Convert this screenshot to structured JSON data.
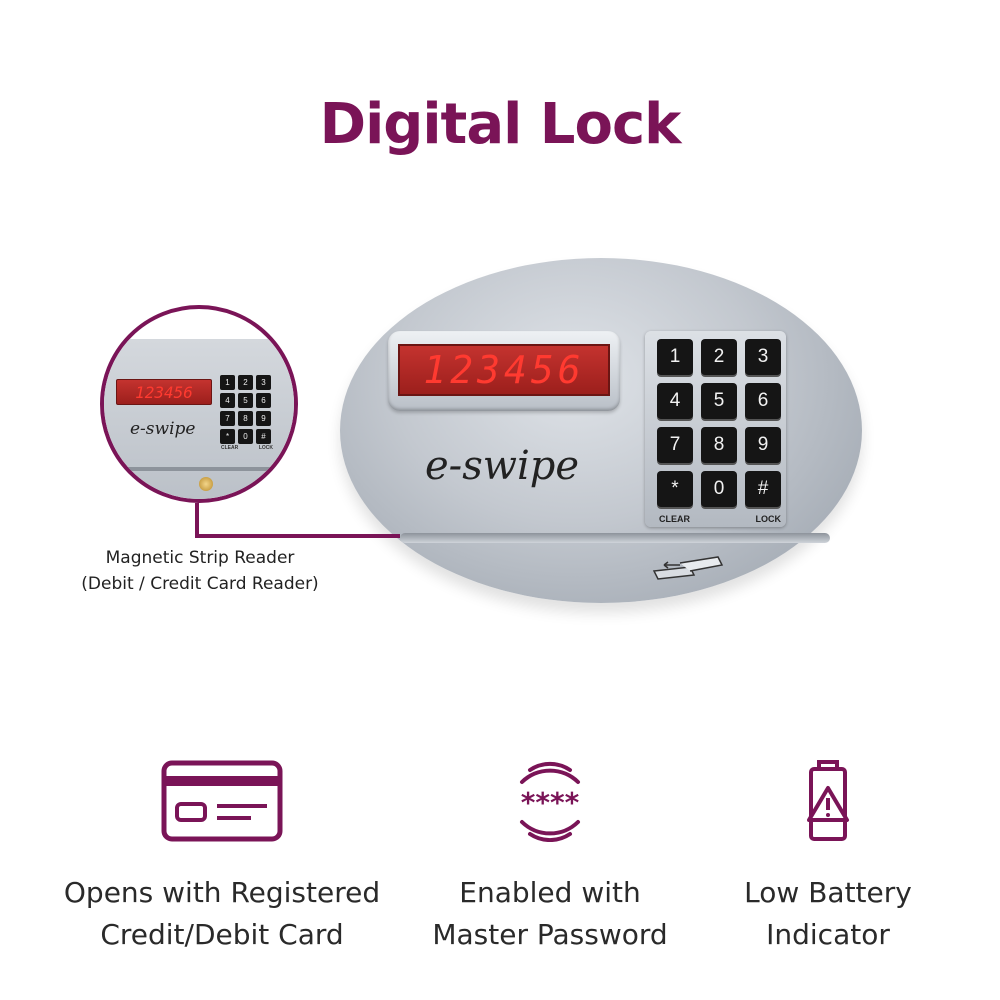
{
  "title": "Digital Lock",
  "lock": {
    "display_value": "123456",
    "brand": "e-swipe",
    "keys": [
      "1",
      "2",
      "3",
      "4",
      "5",
      "6",
      "7",
      "8",
      "9",
      "*",
      "0",
      "#"
    ],
    "clear_label": "CLEAR",
    "lock_label": "LOCK"
  },
  "callout": {
    "line1": "Magnetic Strip Reader",
    "line2": "(Debit / Credit Card Reader)"
  },
  "features": [
    {
      "icon": "credit-card-icon",
      "line1": "Opens with Registered",
      "line2": "Credit/Debit Card"
    },
    {
      "icon": "password-icon",
      "line1": "Enabled with",
      "line2": "Master Password"
    },
    {
      "icon": "battery-warning-icon",
      "line1": "Low Battery",
      "line2": "Indicator"
    }
  ],
  "colors": {
    "accent": "#7a1457",
    "display": "#ff3a30"
  }
}
